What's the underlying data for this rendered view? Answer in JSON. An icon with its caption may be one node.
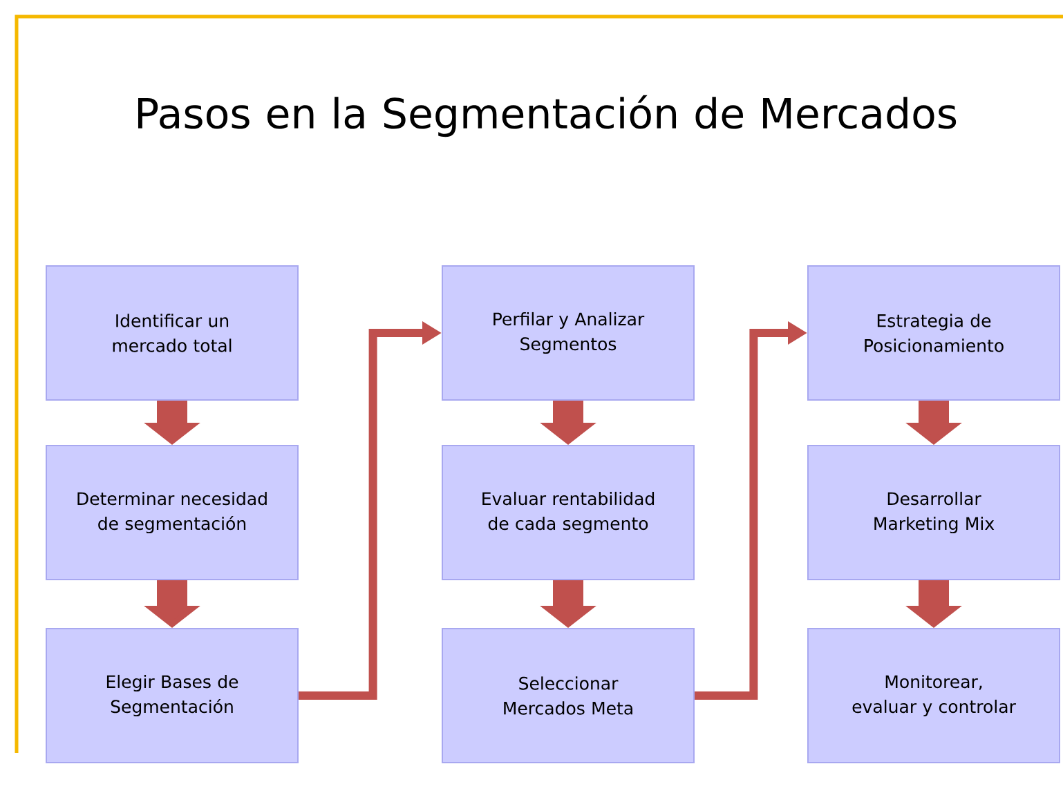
{
  "diagram": {
    "title": "Pasos en la Segmentación de Mercados",
    "nodes": [
      {
        "text": [
          "Identificar un mercado total"
        ]
      },
      {
        "text": [
          "Determinar necesidad de segmentación"
        ]
      },
      {
        "text": [
          "Elegir Bases de Segmentación"
        ]
      },
      {
        "text": [
          "Perfilar y Analizar Segmentos"
        ]
      },
      {
        "text": [
          "Evaluar rentabilidad de cada segmento"
        ]
      },
      {
        "text": [
          "Seleccionar Mercados Meta"
        ]
      },
      {
        "text": [
          "Estrategia de Posicionamiento"
        ]
      },
      {
        "text": [
          "Desarrollar Marketing Mix"
        ]
      },
      {
        "text": [
          "Monitorear, evaluar y controlar"
        ]
      }
    ],
    "edges": [
      {
        "from": 0,
        "to": 1,
        "arrow": "to"
      },
      {
        "from": 1,
        "to": 2,
        "arrow": "to"
      },
      {
        "from": 2,
        "to": 3,
        "arrow": "to"
      },
      {
        "from": 3,
        "to": 4,
        "arrow": "to"
      },
      {
        "from": 4,
        "to": 5,
        "arrow": "to"
      },
      {
        "from": 5,
        "to": 6,
        "arrow": "to"
      },
      {
        "from": 6,
        "to": 7,
        "arrow": "to"
      },
      {
        "from": 7,
        "to": 8,
        "arrow": "to"
      }
    ]
  }
}
